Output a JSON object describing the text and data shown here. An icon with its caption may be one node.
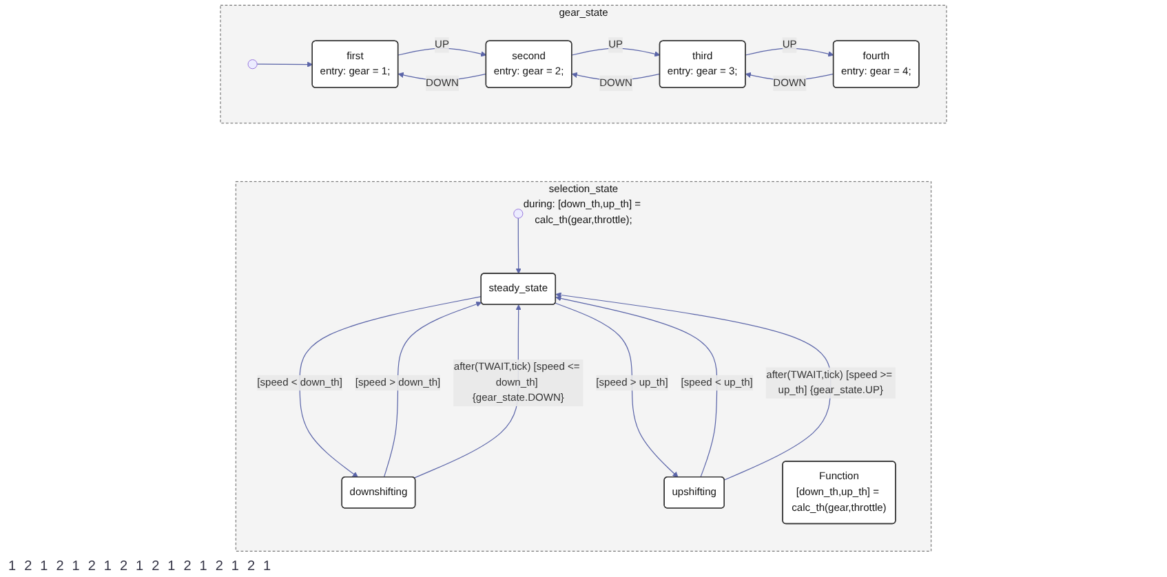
{
  "diagram": {
    "nodes": [
      {
        "text": [
          "gear_state"
        ]
      },
      {
        "text": [
          "first",
          "entry: gear = 1;"
        ],
        "in": 0
      },
      {
        "text": [
          "second",
          "entry: gear = 2;"
        ],
        "in": 0
      },
      {
        "text": [
          "third",
          "entry: gear = 3;"
        ],
        "in": 0
      },
      {
        "text": [
          "fourth",
          "entry: gear = 4;"
        ],
        "in": 0
      },
      {
        "text": [],
        "shape": "circle",
        "in": 0
      },
      {
        "text": [
          "selection_state",
          "during: [down_th,up_th] = calc_th(gear,throttle);"
        ]
      },
      {
        "text": [],
        "shape": "circle",
        "in": 6
      },
      {
        "text": [
          "steady_state"
        ],
        "in": 6
      },
      {
        "text": [
          "downshifting"
        ],
        "in": 6
      },
      {
        "text": [
          "upshifting"
        ],
        "in": 6
      },
      {
        "text": [
          "Function",
          "[down_th,up_th] = calc_th(gear,throttle)"
        ],
        "in": 6
      }
    ],
    "edges": [
      {
        "from": 5,
        "to": 1,
        "arrow": "to"
      },
      {
        "from": 1,
        "to": 2,
        "arrow": "to",
        "label": "UP"
      },
      {
        "from": 2,
        "to": 1,
        "arrow": "to",
        "label": "DOWN"
      },
      {
        "from": 2,
        "to": 3,
        "arrow": "to",
        "label": "UP"
      },
      {
        "from": 3,
        "to": 2,
        "arrow": "to",
        "label": "DOWN"
      },
      {
        "from": 3,
        "to": 4,
        "arrow": "to",
        "label": "UP"
      },
      {
        "from": 4,
        "to": 3,
        "arrow": "to",
        "label": "DOWN"
      },
      {
        "from": 7,
        "to": 8,
        "arrow": "to"
      },
      {
        "from": 8,
        "to": 9,
        "arrow": "to",
        "label": "[speed < down_th]"
      },
      {
        "from": 8,
        "to": 10,
        "arrow": "to",
        "label": "[speed > up_th]"
      },
      {
        "from": 9,
        "to": 8,
        "arrow": "to",
        "label": "[speed > down_th]"
      },
      {
        "from": 9,
        "to": 8,
        "arrow": "to",
        "label": "after(TWAIT,tick) [speed <= down_th] {gear_state.DOWN}"
      },
      {
        "from": 10,
        "to": 8,
        "arrow": "to",
        "label": "[speed < up_th]"
      },
      {
        "from": 10,
        "to": 8,
        "arrow": "to",
        "label": "after(TWAIT,tick) [speed >= up_th] {gear_state.UP}"
      }
    ],
    "labels": [
      "1",
      "2",
      "1",
      "2",
      "1",
      "2",
      "1",
      "2",
      "1",
      "2",
      "1",
      "2",
      "1",
      "2",
      "1",
      "2",
      "1"
    ]
  }
}
